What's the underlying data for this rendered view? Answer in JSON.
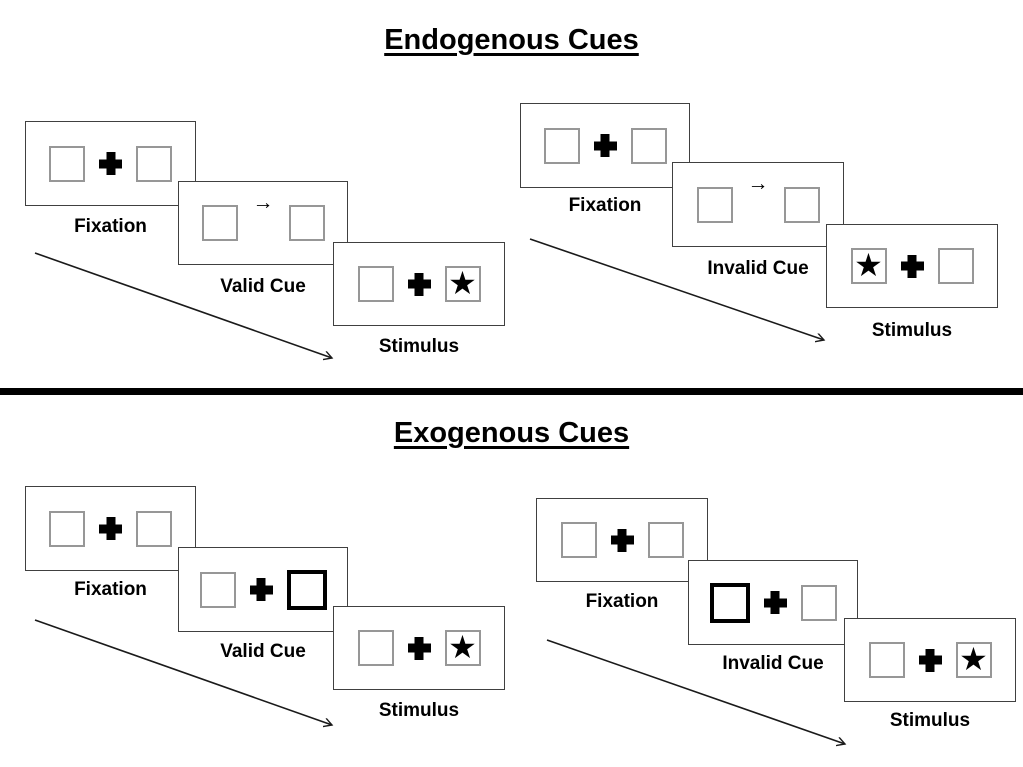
{
  "colors": {
    "foreground": "#000000",
    "box_border": "#979797",
    "background": "#ffffff"
  },
  "glyphs": {
    "star": "★",
    "arrow_cue": "→"
  },
  "sections": [
    {
      "id": "endogenous",
      "title": "Endogenous Cues",
      "sequences": [
        {
          "id": "valid",
          "cue_type": "central-arrow-pointing-right",
          "stimulus_star_side": "right",
          "labels": {
            "fixation": "Fixation",
            "cue": "Valid Cue",
            "stimulus": "Stimulus"
          }
        },
        {
          "id": "invalid",
          "cue_type": "central-arrow-pointing-right",
          "stimulus_star_side": "left",
          "labels": {
            "fixation": "Fixation",
            "cue": "Invalid Cue",
            "stimulus": "Stimulus"
          }
        }
      ]
    },
    {
      "id": "exogenous",
      "title": "Exogenous Cues",
      "sequences": [
        {
          "id": "valid",
          "cue_type": "peripheral-bold-box-right",
          "stimulus_star_side": "right",
          "labels": {
            "fixation": "Fixation",
            "cue": "Valid Cue",
            "stimulus": "Stimulus"
          }
        },
        {
          "id": "invalid",
          "cue_type": "peripheral-bold-box-left",
          "stimulus_star_side": "right",
          "labels": {
            "fixation": "Fixation",
            "cue": "Invalid Cue",
            "stimulus": "Stimulus"
          }
        }
      ]
    }
  ]
}
